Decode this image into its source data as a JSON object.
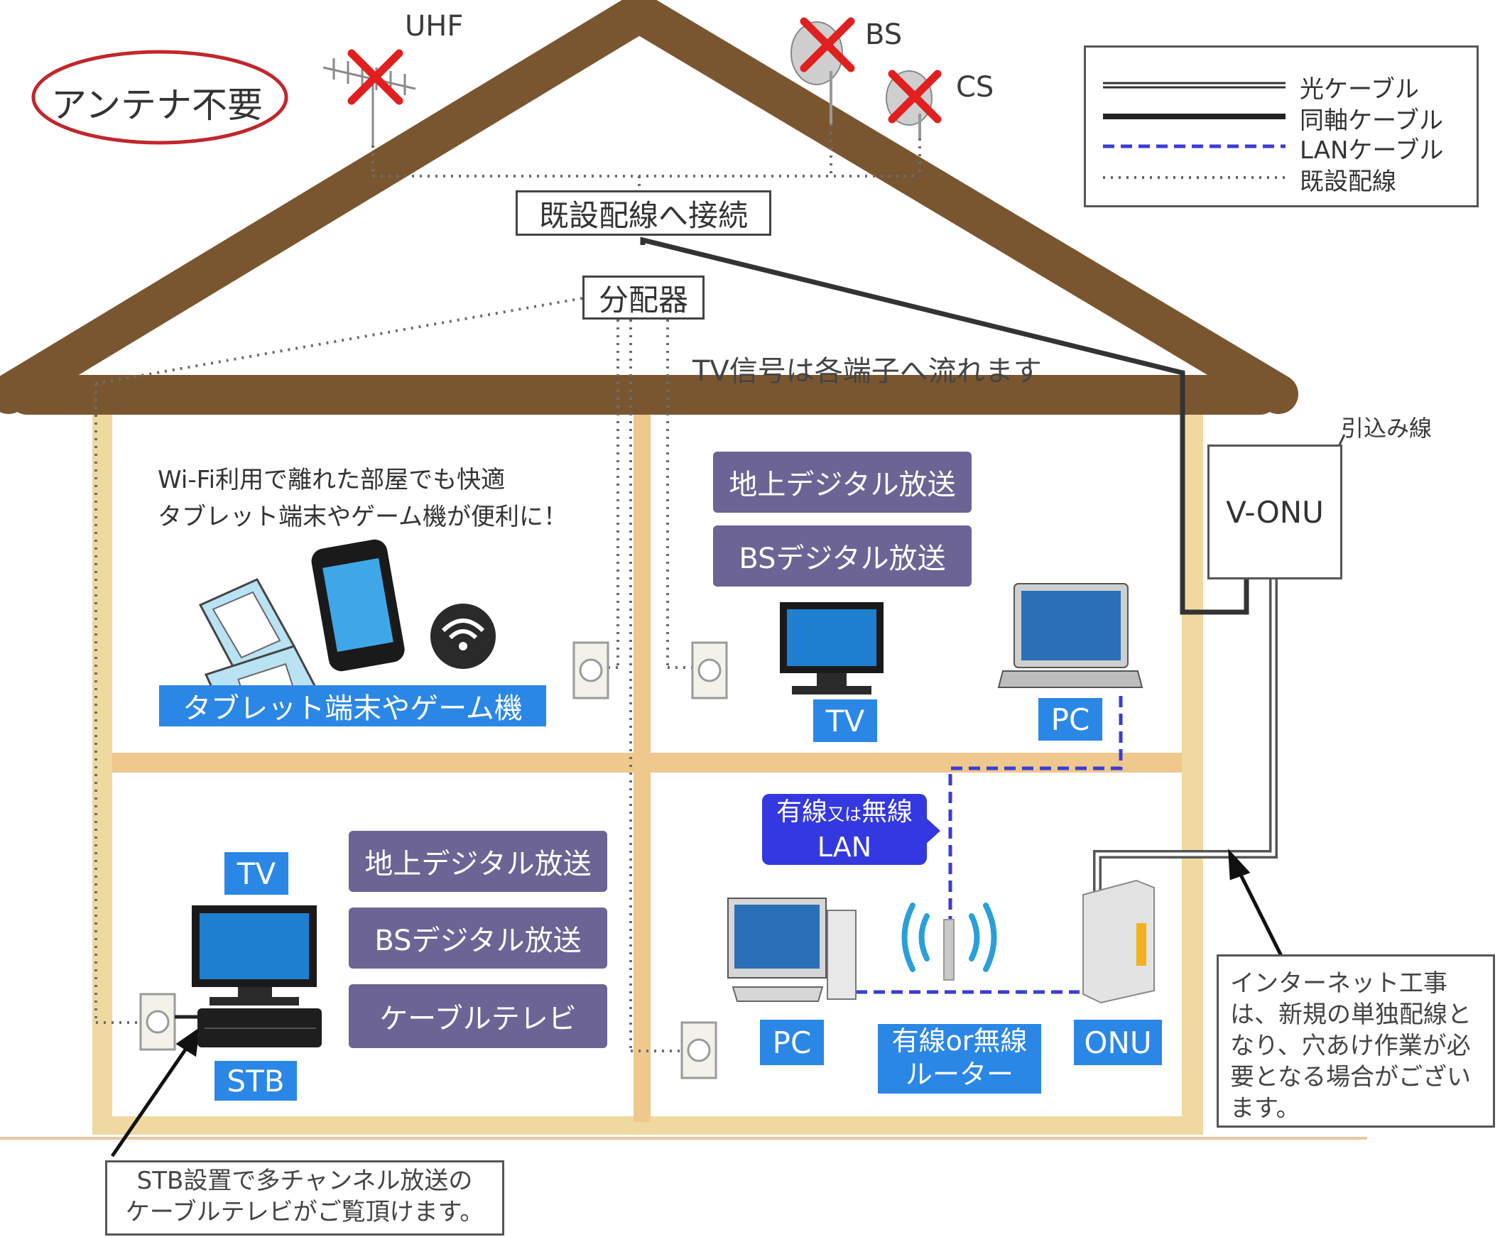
{
  "labels": {
    "antenna_unnecessary": "アンテナ不要",
    "uhf": "UHF",
    "bs": "BS",
    "cs": "CS",
    "connect_existing": "既設配線へ接続",
    "splitter": "分配器",
    "tv_signal_flows": "TV信号は各端子へ流れます",
    "lead_in_line": "引込み線",
    "v_onu": "V-ONU",
    "wifi_line1": "Wi-Fi利用で離れた部屋でも快適",
    "wifi_line2": "タブレット端末やゲーム機が便利に！",
    "tablet_game": "タブレット端末やゲーム機",
    "tv": "TV",
    "pc": "PC",
    "stb": "STB",
    "onu": "ONU",
    "router_line1": "有線or無線",
    "router_line2": "ルーター",
    "wired_lan_line1_a": "有線",
    "wired_lan_line1_b": "又は",
    "wired_lan_line1_c": "無線",
    "wired_lan_line2": "LAN"
  },
  "broadcasts": {
    "terrestrial": "地上デジタル放送",
    "bs_digital": "BSデジタル放送",
    "cable_tv": "ケーブルテレビ"
  },
  "legend": {
    "fiber": "光ケーブル",
    "coax": "同軸ケーブル",
    "lan": "LANケーブル",
    "existing": "既設配線"
  },
  "notes": {
    "internet_work": "インターネット工事は、新規の単独配線となり、穴あけ作業が必要となる場合がございます。",
    "stb_line1": "STB設置で多チャンネル放送の",
    "stb_line2": "ケーブルテレビがご覧頂けます。"
  },
  "colors": {
    "roof": "#7a5630",
    "wall": "#f0d9a0",
    "floor": "#eec88c",
    "purple_label": "#6b6494",
    "blue_label": "#2b87e6",
    "lan_dashed": "#3b3bd8",
    "cross": "#e21f1f",
    "antenna_oval": "#c0272d"
  }
}
